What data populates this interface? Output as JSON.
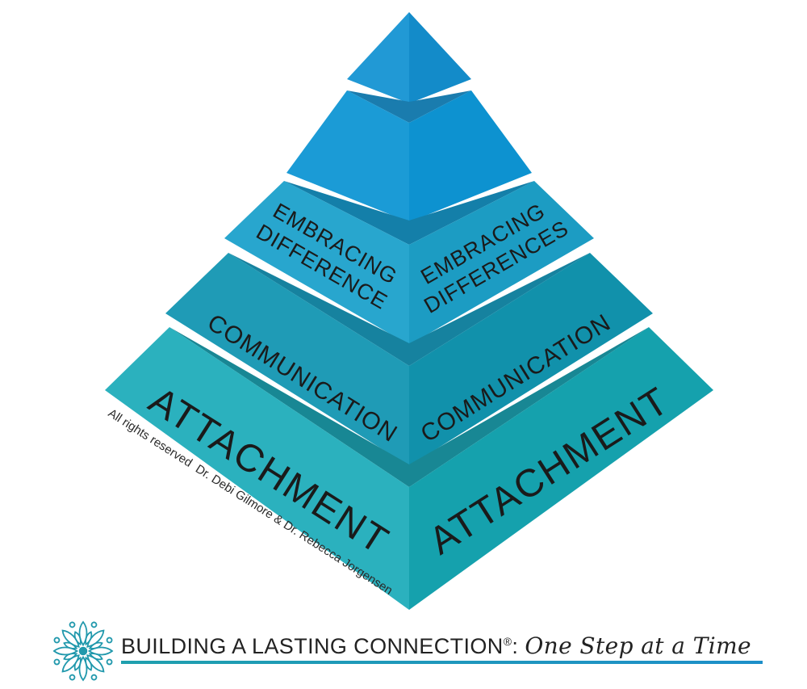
{
  "pyramid": {
    "tier3_left_line1": "EMBRACING",
    "tier3_left_line2": "DIFFERENCE",
    "tier3_right_line1": "EMBRACING",
    "tier3_right_line2": "DIFFERENCES",
    "tier4_left": "COMMUNICATION",
    "tier4_right": "COMMUNICATION",
    "tier5_left": "ATTACHMENT",
    "tier5_right": "ATTACHMENT",
    "copyright": "All rights reserved  Dr. Debi Gilmore & Dr. Rebecca Jorgensen"
  },
  "footer": {
    "brand": "BUILDING A LASTING CONNECTION",
    "registered_mark": "®",
    "colon": ":",
    "tagline": "One Step at a Time",
    "logo_icon": "mandala-flower-icon"
  },
  "colors": {
    "tier1_left": "#2199D5",
    "tier1_right": "#138BC9",
    "tier2_left": "#1B9BD6",
    "tier2_right": "#0D92D0",
    "tier3_left": "#28A6CE",
    "tier3_right": "#1C9CC3",
    "tier4_left": "#1F9BB6",
    "tier4_right": "#1191AB",
    "tier5_left": "#2BB1BE",
    "tier5_right": "#15A1AD",
    "band2": "#1A7CAE",
    "band3": "#147FA9",
    "band4": "#16829F",
    "band5": "#188794",
    "label_text": "#1A1A1A",
    "copyright_text": "#2B2B2B",
    "footer_text": "#222222",
    "logo": "#2098AC",
    "underline_left": "#1FA0AE",
    "underline_right": "#1D8FC9"
  }
}
